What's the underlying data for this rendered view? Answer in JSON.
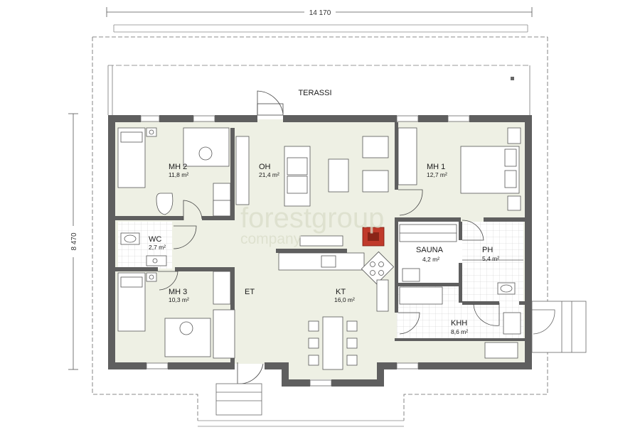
{
  "plan": {
    "dimensions": {
      "width": "14 170",
      "depth": "8 470"
    },
    "terrace": "TERASSI",
    "rooms": [
      {
        "id": "mh2",
        "name": "MH 2",
        "area": "11,8 m²"
      },
      {
        "id": "oh",
        "name": "OH",
        "area": "21,4 m²"
      },
      {
        "id": "mh1",
        "name": "MH 1",
        "area": "12,7 m²"
      },
      {
        "id": "wc",
        "name": "WC",
        "area": "2,7 m²"
      },
      {
        "id": "sauna",
        "name": "SAUNA",
        "area": "4,2 m²"
      },
      {
        "id": "ph",
        "name": "PH",
        "area": "5,4 m²"
      },
      {
        "id": "mh3",
        "name": "MH 3",
        "area": "10,3 m²"
      },
      {
        "id": "et",
        "name": "ET",
        "area": ""
      },
      {
        "id": "kt",
        "name": "KT",
        "area": "16,0 m²"
      },
      {
        "id": "khh",
        "name": "KHH",
        "area": "8,6 m²"
      }
    ],
    "watermark": {
      "line1": "forestgroup",
      "line2": "company"
    },
    "colors": {
      "wall": "#5f5f5f",
      "floor": "#eef0e4",
      "wet": "#ffffff",
      "line": "#444444"
    }
  }
}
